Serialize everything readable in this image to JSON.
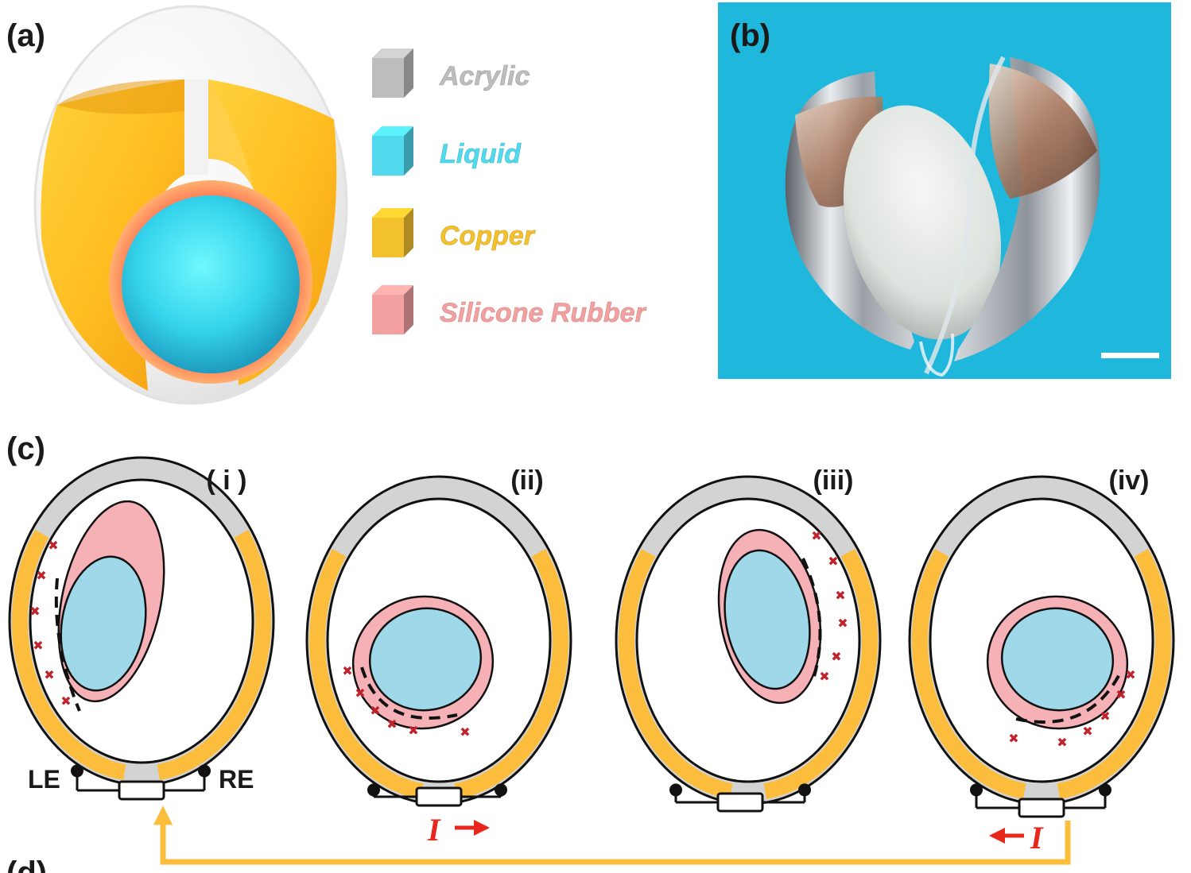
{
  "panels": {
    "a": "(a)",
    "b": "(b)",
    "c": "(c)",
    "d": "(d)"
  },
  "legend": [
    {
      "label": "Acrylic",
      "color": "#bdbdbd"
    },
    {
      "label": "Liquid",
      "color": "#52d9ee"
    },
    {
      "label": "Copper",
      "color": "#f4c12e"
    },
    {
      "label": "Silicone Rubber",
      "color": "#f2a0a0"
    }
  ],
  "stages": [
    "( i )",
    "(ii)",
    "(iii)",
    "(iv)"
  ],
  "electrodes": {
    "left": "LE",
    "right": "RE"
  },
  "current": {
    "symbol": "I",
    "arrow_right": "→",
    "arrow_left": "←"
  },
  "colors": {
    "shell": "#d3d3d3",
    "copper": "#fbbd3b",
    "rubber": "#f6b1b7",
    "liquid": "#9ed8e9",
    "photo_bg": "#1fb7dc",
    "cycle_arrow": "#fbbd3b",
    "current_arrow": "#e8261c",
    "charge": "#c0232b"
  }
}
